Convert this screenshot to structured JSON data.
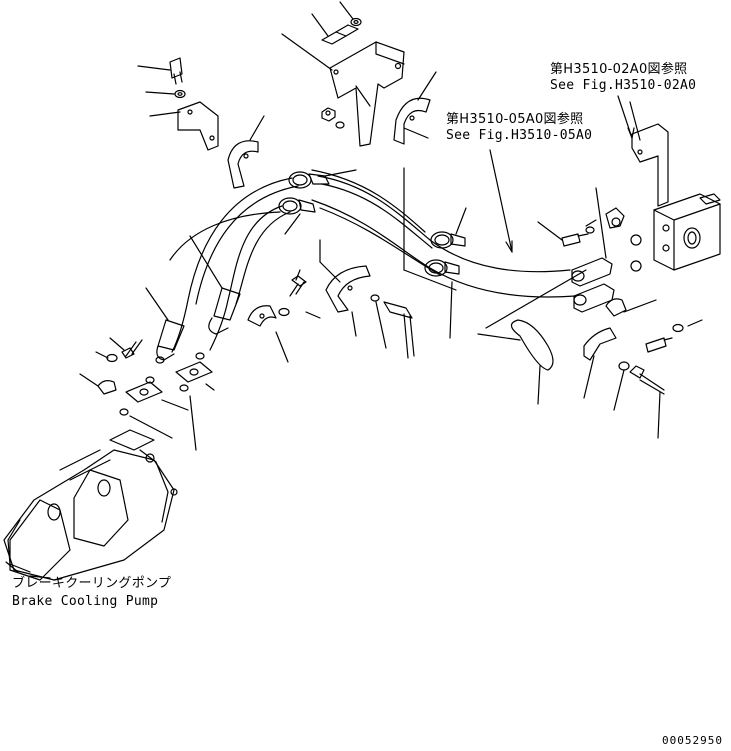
{
  "references": [
    {
      "jp": "第H3510-02A0図参照",
      "en": "See Fig.H3510-02A0"
    },
    {
      "jp": "第H3510-05A0図参照",
      "en": "See Fig.H3510-05A0"
    }
  ],
  "pump_label": {
    "jp": "ブレーキクーリングポンプ",
    "en": "Brake Cooling Pump"
  },
  "drawing_code": "00052950"
}
